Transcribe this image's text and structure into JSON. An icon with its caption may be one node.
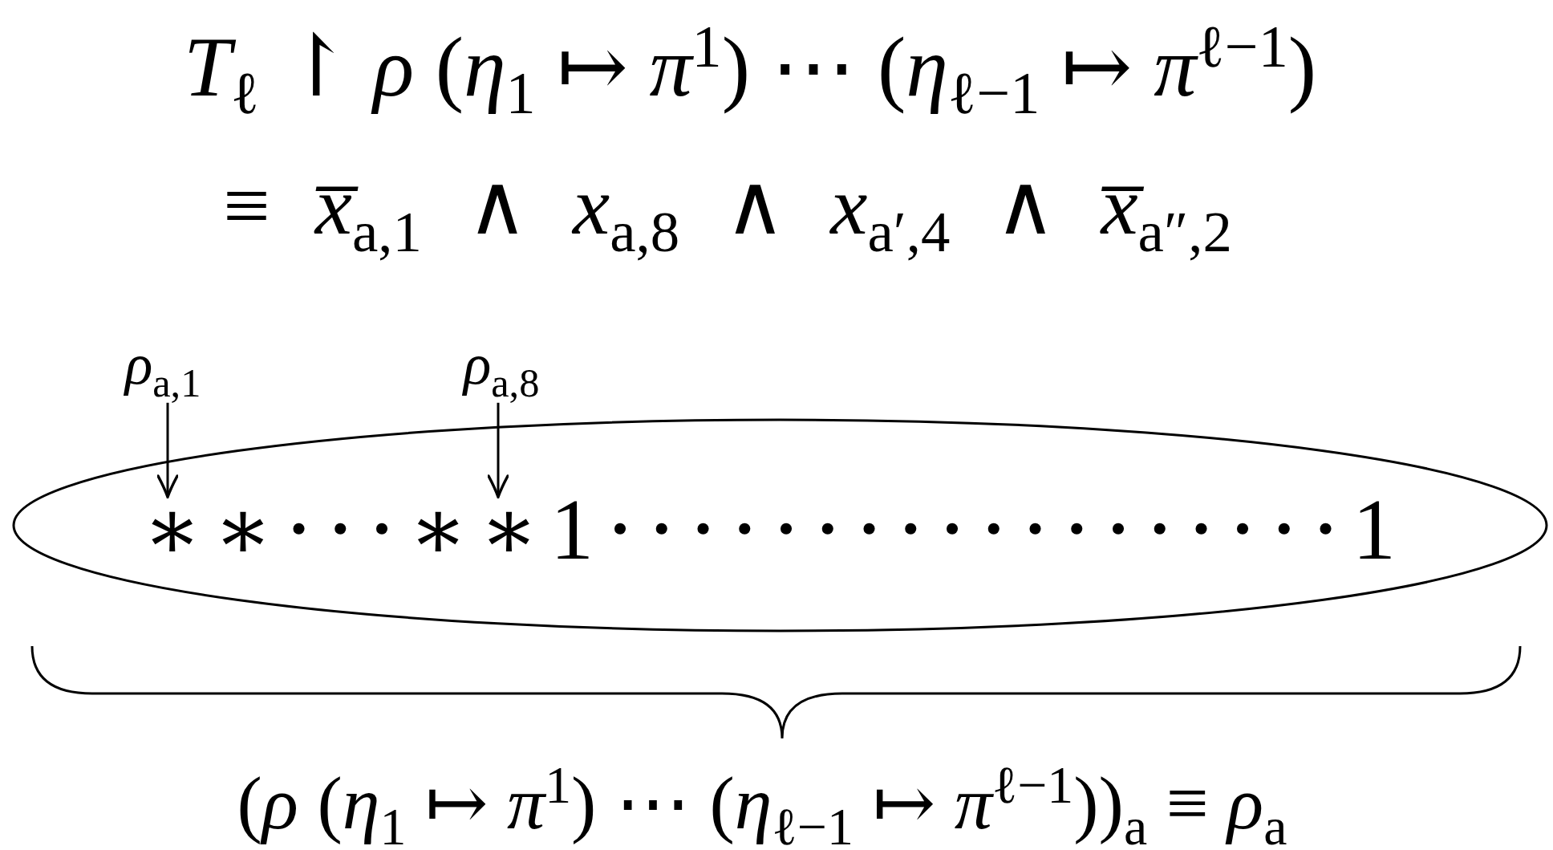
{
  "diagram": {
    "nodes": [
      {
        "text": [
          "∗ ∗ ⋅ ⋅ ⋅ ∗ ∗ 1 ⋅ ⋅ ⋅ ⋅ ⋅ ⋅ ⋅ ⋅ ⋅ ⋅ ⋅ ⋅ ⋅ ⋅ ⋅ ⋅ ⋅ ⋅ 1"
        ]
      },
      {
        "text": [
          "*ρ*$_{a,1}$"
        ]
      },
      {
        "text": [
          "*ρ*$_{a,8}$"
        ]
      }
    ],
    "edges": [
      {
        "from": 1,
        "to": 0,
        "arrow": "to"
      },
      {
        "from": 2,
        "to": 0,
        "arrow": "to"
      }
    ],
    "labels": [
      "*T*$_{ℓ}$ ↾ *ρ* (*η*$_{1}$ ↦ *π*$^{1}$) ⋯ (*η*$_{ℓ−1}$ ↦ *π*$^{ℓ−1}$)",
      "≡ *x̅*$_{a,1}$ ∧ *x*$_{a,8}$ ∧ *x*$_{a′,4}$ ∧ *x̅*$_{a″,2}$",
      "(*ρ* (*η*$_{1}$ ↦ *π*$^{1}$) ⋯ (*η*$_{ℓ−1}$ ↦ *π*$^{ℓ−1}$))$_{a}$ ≡ *ρ*$_{a}$"
    ]
  }
}
